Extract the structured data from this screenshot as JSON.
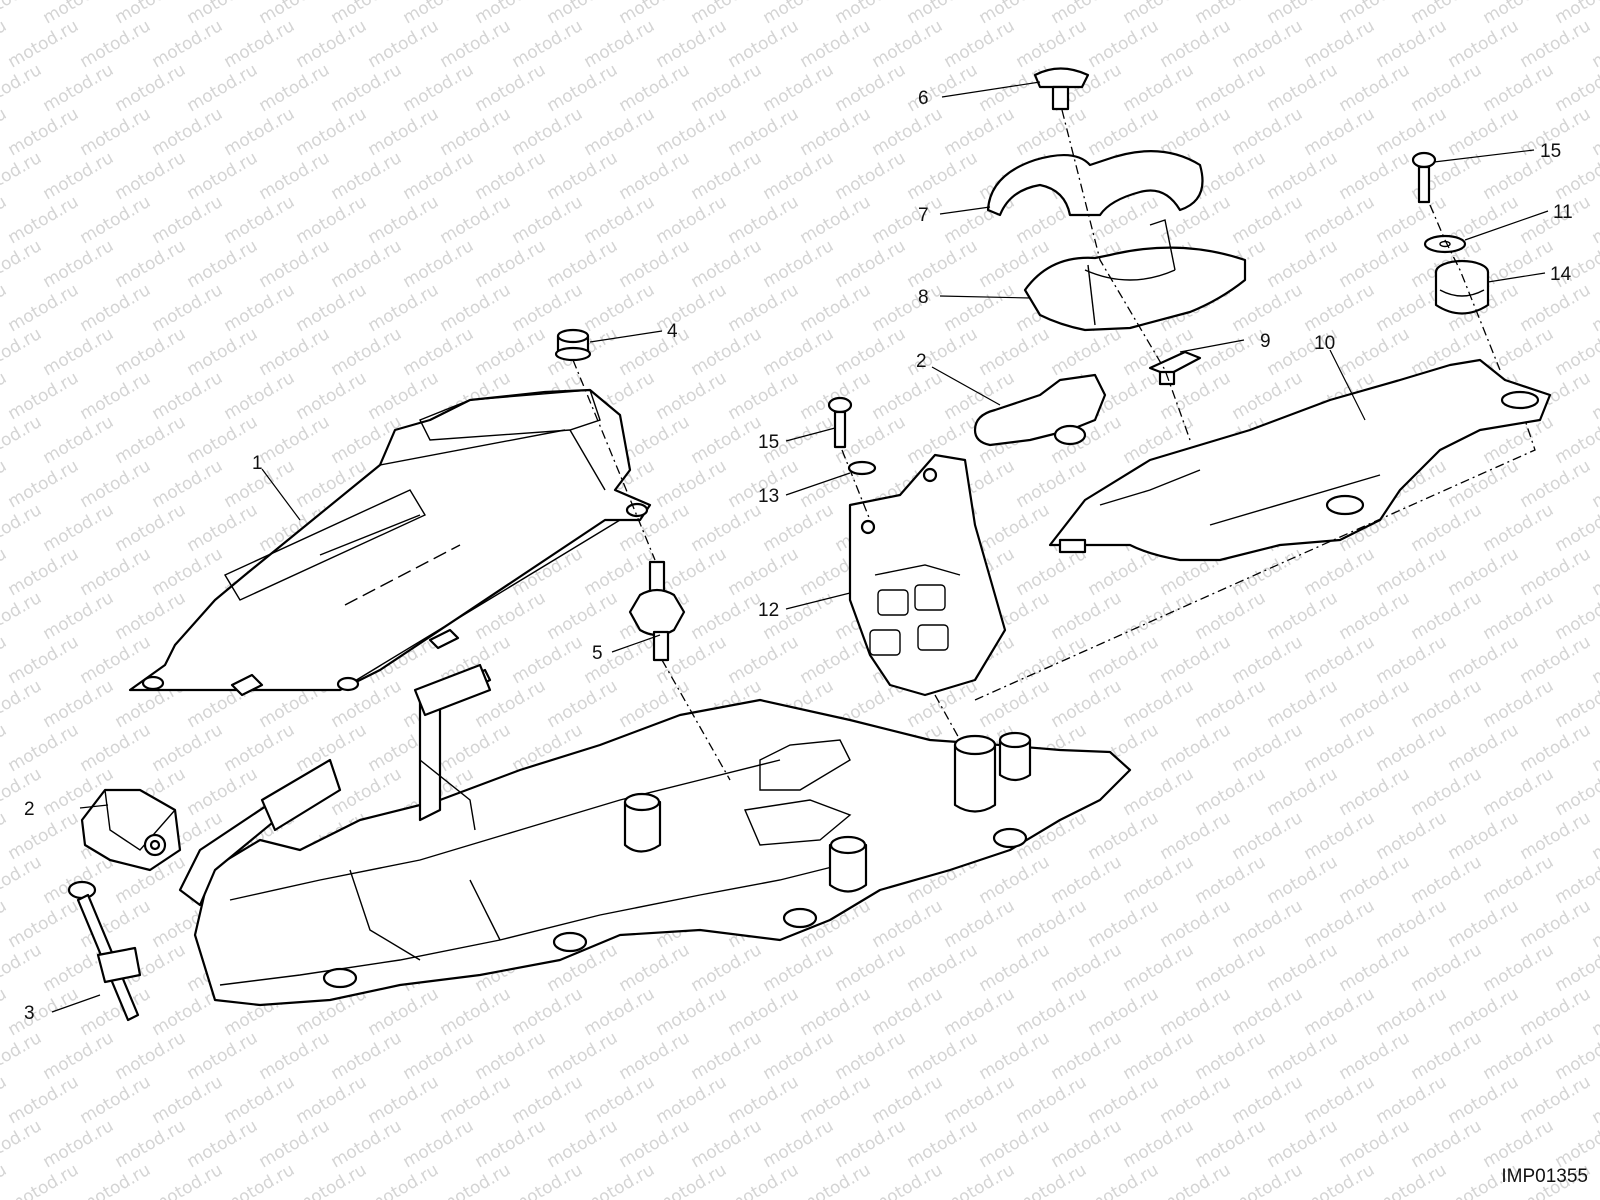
{
  "diagram": {
    "watermark": "motod.ru",
    "drawing_code": "IMP01355",
    "callouts": [
      {
        "id": "c1",
        "label": "1"
      },
      {
        "id": "c2a",
        "label": "2"
      },
      {
        "id": "c2b",
        "label": "2"
      },
      {
        "id": "c3",
        "label": "3"
      },
      {
        "id": "c4",
        "label": "4"
      },
      {
        "id": "c5",
        "label": "5"
      },
      {
        "id": "c6",
        "label": "6"
      },
      {
        "id": "c7",
        "label": "7"
      },
      {
        "id": "c8",
        "label": "8"
      },
      {
        "id": "c9",
        "label": "9"
      },
      {
        "id": "c10",
        "label": "10"
      },
      {
        "id": "c11",
        "label": "11"
      },
      {
        "id": "c12",
        "label": "12"
      },
      {
        "id": "c13",
        "label": "13"
      },
      {
        "id": "c14",
        "label": "14"
      },
      {
        "id": "c15a",
        "label": "15"
      },
      {
        "id": "c15b",
        "label": "15"
      }
    ]
  }
}
